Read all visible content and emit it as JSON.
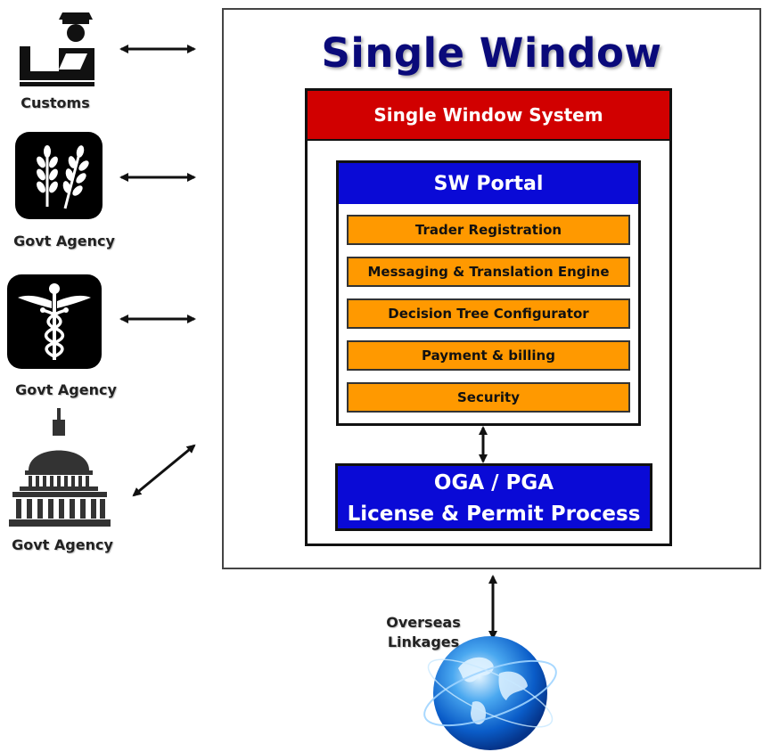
{
  "single_window": {
    "title": "Single Window",
    "system": {
      "title": "Single Window System",
      "portal": {
        "title": "SW Portal",
        "modules": [
          "Trader Registration",
          "Messaging & Translation Engine",
          "Decision Tree Configurator",
          "Payment & billing",
          "Security"
        ]
      },
      "oga": {
        "line1": "OGA / PGA",
        "line2": "License & Permit Process"
      }
    }
  },
  "agencies": [
    {
      "label": "Customs",
      "icon": "customs-officer-icon"
    },
    {
      "label": "Govt Agency",
      "icon": "wheat-icon"
    },
    {
      "label": "Govt Agency",
      "icon": "caduceus-icon"
    },
    {
      "label": "Govt Agency",
      "icon": "capitol-building-icon"
    }
  ],
  "overseas": {
    "label_line1": "Overseas",
    "label_line2": "Linkages",
    "icon": "globe-icon"
  },
  "colors": {
    "title": "#0a0a7a",
    "system_header": "#d10000",
    "portal_blue": "#0a0ad6",
    "module_orange": "#ff9900"
  }
}
